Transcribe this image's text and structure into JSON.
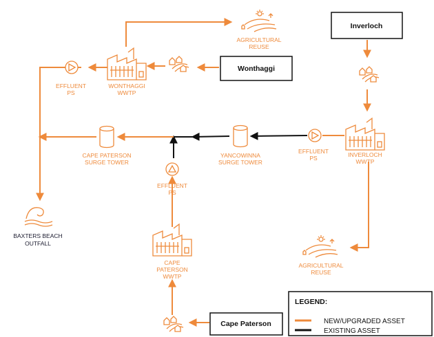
{
  "colors": {
    "new_upgraded": "#ee8a3b",
    "existing": "#111111",
    "label_dark": "#1a1a2e"
  },
  "sources": {
    "inverloch": "Inverloch",
    "wonthaggi": "Wonthaggi",
    "cape_paterson": "Cape Paterson"
  },
  "nodes": {
    "agri_reuse_top": [
      "AGRICULTURAL",
      "REUSE"
    ],
    "effluent_ps_wonthaggi": [
      "EFFLUENT",
      "PS"
    ],
    "wonthaggi_wwtp": [
      "WONTHAGGI",
      "WWTP"
    ],
    "cape_paterson_surge": [
      "CAPE PATERSON",
      "SURGE TOWER"
    ],
    "yancowinna_surge": [
      "YANCOWINNA",
      "SURGE TOWER"
    ],
    "effluent_ps_inverloch": [
      "EFFLUENT",
      "PS"
    ],
    "inverloch_wwtp": [
      "INVERLOCH",
      "WWTP"
    ],
    "effluent_ps_mid": [
      "EFFLUENT",
      "PS"
    ],
    "baxters_outfall": [
      "BAXTERS BEACH",
      "OUTFALL"
    ],
    "cape_paterson_wwtp": [
      "CAPE",
      "PATERSON",
      "WWTP"
    ],
    "agri_reuse_bottom": [
      "AGRICULTURAL",
      "REUSE"
    ]
  },
  "legend": {
    "title": "LEGEND:",
    "items": [
      {
        "label": "NEW/UPGRADED ASSET",
        "color": "#ee8a3b"
      },
      {
        "label": "EXISTING ASSET",
        "color": "#111111"
      }
    ]
  },
  "icons": [
    "pump-icon",
    "treatment-plant-icon",
    "surge-tower-icon",
    "town-icon",
    "farm-icon",
    "ocean-wave-icon"
  ]
}
